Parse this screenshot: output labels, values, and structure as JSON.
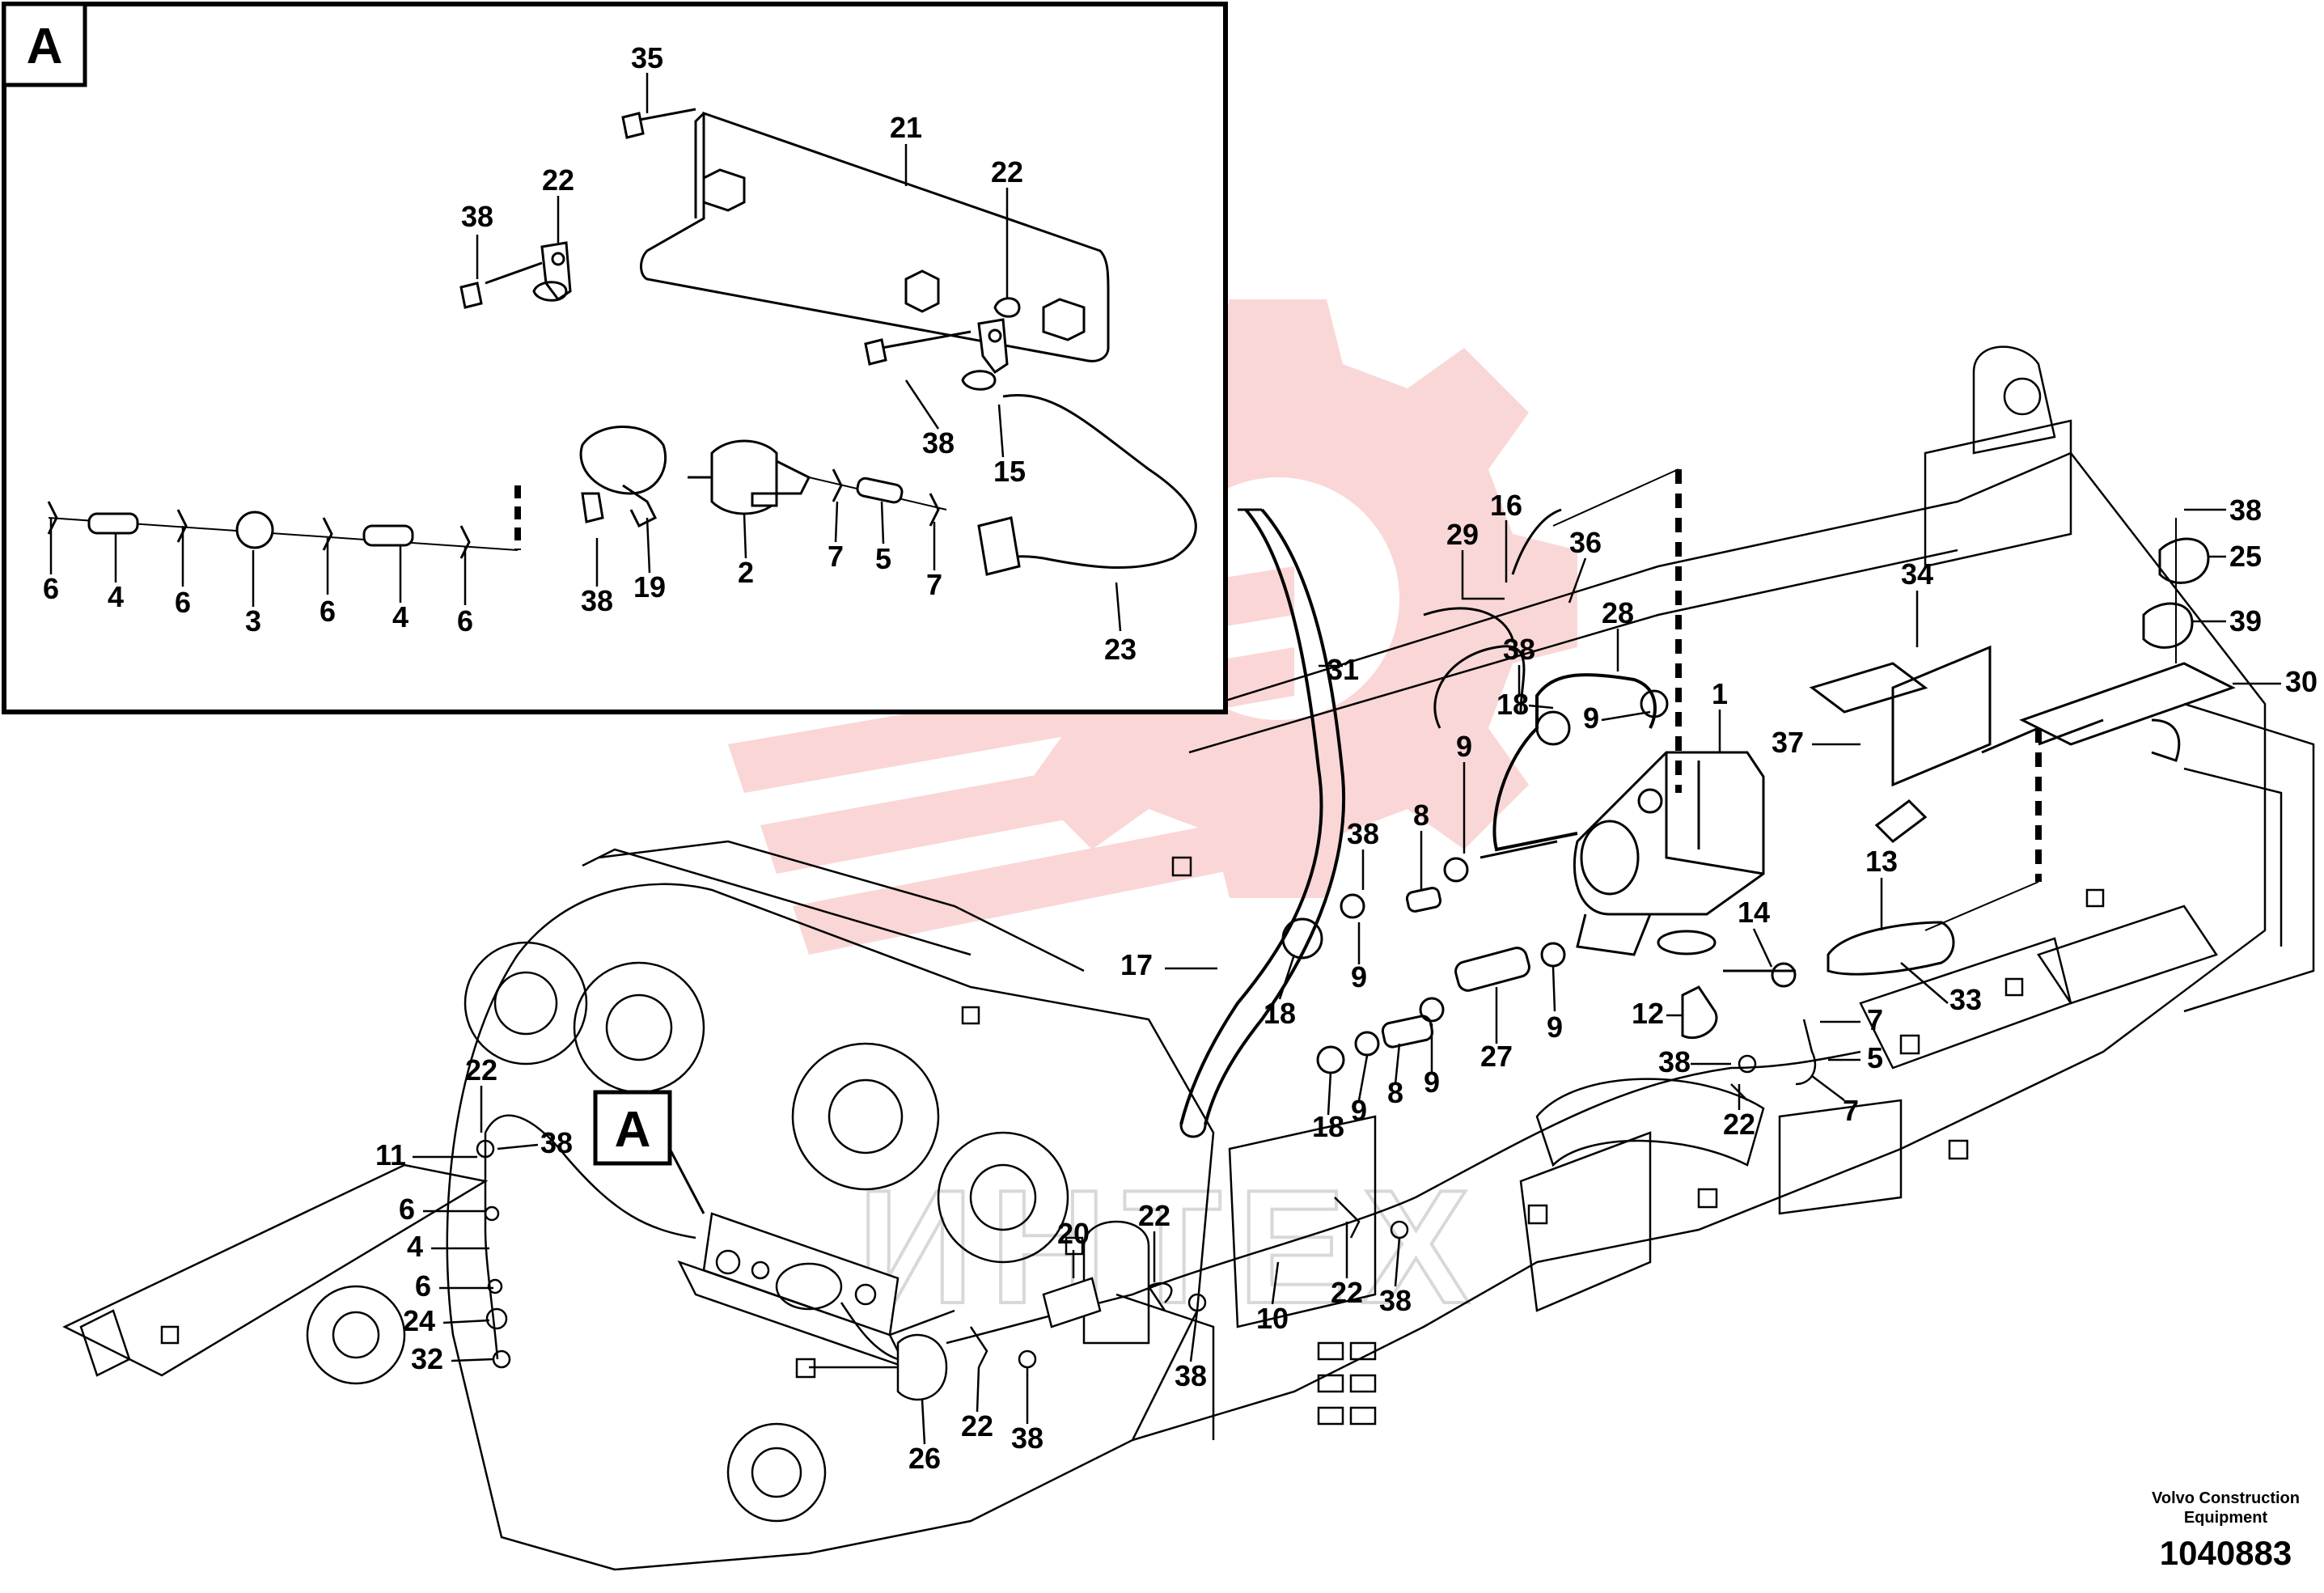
{
  "inset_label": "A",
  "main_callout_label": "A",
  "footer": {
    "brand_line1": "Volvo Construction",
    "brand_line2": "Equipment",
    "drawing_number": "1040883"
  },
  "watermark_text": "ИНТЕХ",
  "part_numbers": [
    "1",
    "2",
    "3",
    "4",
    "5",
    "6",
    "7",
    "8",
    "9",
    "10",
    "11",
    "12",
    "13",
    "14",
    "15",
    "16",
    "17",
    "18",
    "19",
    "20",
    "21",
    "22",
    "23",
    "24",
    "25",
    "26",
    "27",
    "28",
    "29",
    "30",
    "31",
    "32",
    "33",
    "34",
    "35",
    "36",
    "37",
    "38",
    "39"
  ],
  "colors": {
    "line": "#000000",
    "watermark": "#f4a6a6",
    "background": "#ffffff"
  }
}
